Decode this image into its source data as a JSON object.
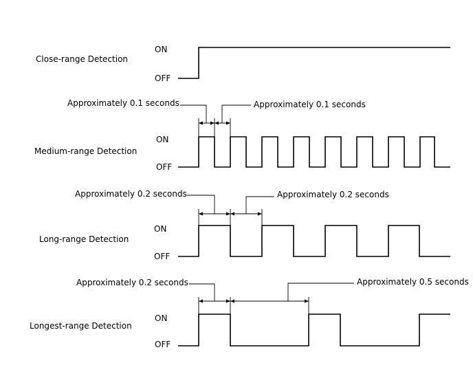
{
  "rows": [
    {
      "label": "Close-range Detection",
      "on": "ON",
      "off": "OFF"
    },
    {
      "label": "Medium-range Detection",
      "on": "ON",
      "off": "OFF"
    },
    {
      "label": "Long-range Detection",
      "on": "ON",
      "off": "OFF"
    },
    {
      "label": "Longest-range Detection",
      "on": "ON",
      "off": "OFF"
    }
  ],
  "annotations": {
    "medium_on": "Approximately 0.1 seconds",
    "medium_off": "Approximately 0.1 seconds",
    "long_on": "Approximately 0.2 seconds",
    "long_off": "Approximately 0.2 seconds",
    "longest_on": "Approximately 0.2 seconds",
    "longest_off": "Approximately 0.5 seconds"
  }
}
